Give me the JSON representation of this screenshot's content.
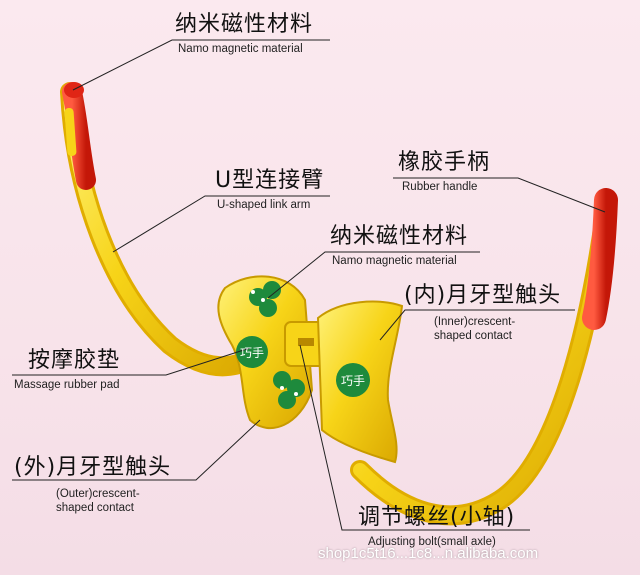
{
  "labels": {
    "top_magnetic": {
      "zh": "纳米磁性材料",
      "en": "Namo magnetic material"
    },
    "u_arm": {
      "zh": "U型连接臂",
      "en": "U-shaped link arm"
    },
    "rubber_handle": {
      "zh": "橡胶手柄",
      "en": "Rubber handle"
    },
    "mid_magnetic": {
      "zh": "纳米磁性材料",
      "en": "Namo magnetic material"
    },
    "inner_contact": {
      "zh": "(内)月牙型触头",
      "en_line1": "(Inner)crescent-",
      "en_line2": "shaped contact"
    },
    "massage_pad": {
      "zh": "按摩胶垫",
      "en": "Massage rubber pad"
    },
    "outer_contact": {
      "zh": "(外)月牙型触头",
      "en_line1": "(Outer)crescent-",
      "en_line2": "shaped contact"
    },
    "adjusting_bolt": {
      "zh": "调节螺丝(小轴)",
      "en": "Adjusting bolt(small axle)"
    }
  },
  "product": {
    "logo_text": "巧手"
  },
  "watermark": "shop1c5t16...1c8...n.alibaba.com",
  "colors": {
    "yellow": "#f7d418",
    "yellow_dark": "#d8a800",
    "red": "#e02515",
    "green": "#1e8a3c",
    "background": "#f8e3ea"
  }
}
